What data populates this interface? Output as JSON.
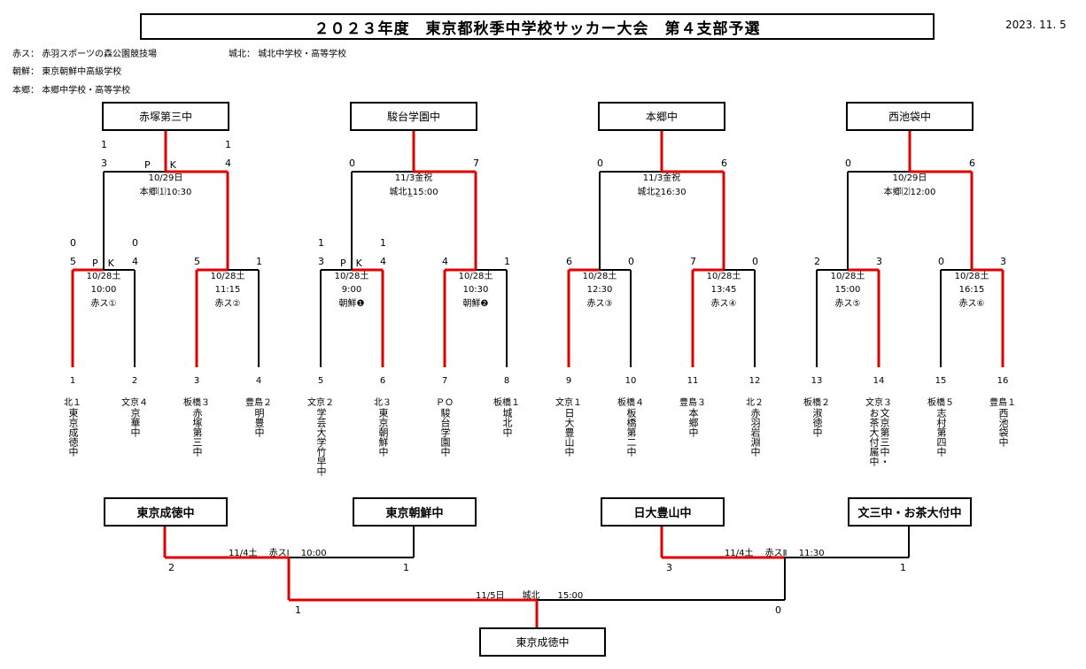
{
  "title": "２０２３年度　東京都秋季中学校サッカー大会　第４支部予選",
  "date": "2023. 11. 5",
  "venues": [
    {
      "label": "赤ス：",
      "name": "赤羽スポーツの森公園競技場"
    },
    {
      "label": "城北：",
      "name": "城北中学校・高等学校"
    },
    {
      "label": "朝鮮：",
      "name": "東京朝鮮中高級学校"
    },
    {
      "label": "本郷：",
      "name": "本郷中学校・高等学校"
    }
  ],
  "round2_winners": [
    "赤塚第三中",
    "駿台学園中",
    "本郷中",
    "西池袋中"
  ],
  "round2": [
    {
      "left_score": "3",
      "right_score": "4",
      "left_pk": "1",
      "right_pk": "1",
      "pk": "P　　K",
      "date": "10/29日",
      "time": "本郷⑴10:30"
    },
    {
      "left_score": "0",
      "right_score": "7",
      "date": "11/3金祝",
      "time": "城北1̲15:00"
    },
    {
      "left_score": "0",
      "right_score": "6",
      "date": "11/3金祝",
      "time": "城北2̲16:30"
    },
    {
      "left_score": "0",
      "right_score": "6",
      "date": "10/29日",
      "time": "本郷⑵12:00"
    }
  ],
  "round1": [
    {
      "left_score": "5",
      "right_score": "4",
      "left_pk": "0",
      "right_pk": "0",
      "pk": "P　K",
      "date": "10/28土",
      "time": "10:00",
      "venue": "赤ス①"
    },
    {
      "left_score": "5",
      "right_score": "1",
      "date": "10/28土",
      "time": "11:15",
      "venue": "赤ス②"
    },
    {
      "left_score": "3",
      "right_score": "4",
      "left_pk": "1",
      "right_pk": "1",
      "pk": "P　K",
      "date": "10/28土",
      "time": "9:00",
      "venue": "朝鮮❶"
    },
    {
      "left_score": "4",
      "right_score": "1",
      "date": "10/28土",
      "time": "10:30",
      "venue": "朝鮮❷"
    },
    {
      "left_score": "6",
      "right_score": "0",
      "date": "10/28土",
      "time": "12:30",
      "venue": "赤ス③"
    },
    {
      "left_score": "7",
      "right_score": "0",
      "date": "10/28土",
      "time": "13:45",
      "venue": "赤ス④"
    },
    {
      "left_score": "2",
      "right_score": "3",
      "date": "10/28土",
      "time": "15:00",
      "venue": "赤ス⑤"
    },
    {
      "left_score": "0",
      "right_score": "3",
      "date": "10/28土",
      "time": "16:15",
      "venue": "赤ス⑥"
    }
  ],
  "teams": [
    {
      "no": "1",
      "pref": "北１",
      "name": "東京成徳中"
    },
    {
      "no": "2",
      "pref": "文京４",
      "name": "京華中"
    },
    {
      "no": "3",
      "pref": "板橋３",
      "name": "赤塚第三中"
    },
    {
      "no": "4",
      "pref": "豊島２",
      "name": "明豊中"
    },
    {
      "no": "5",
      "pref": "文京２",
      "name": "学芸大学竹早中"
    },
    {
      "no": "6",
      "pref": "北３",
      "name": "東京朝鮮中"
    },
    {
      "no": "7",
      "pref": "ＰＯ",
      "name": "駿台学園中"
    },
    {
      "no": "8",
      "pref": "板橋１",
      "name": "城北中"
    },
    {
      "no": "9",
      "pref": "文京１",
      "name": "日大豊山中"
    },
    {
      "no": "10",
      "pref": "板橋４",
      "name": "板橋第二中"
    },
    {
      "no": "11",
      "pref": "豊島３",
      "name": "本郷中"
    },
    {
      "no": "12",
      "pref": "北２",
      "name": "赤羽岩淵中"
    },
    {
      "no": "13",
      "pref": "板橋２",
      "name": "淑徳中"
    },
    {
      "no": "14",
      "pref": "文京３",
      "name": "文京第三中・",
      "name2": "お茶大付属中"
    },
    {
      "no": "15",
      "pref": "板橋５",
      "name": "志村第四中"
    },
    {
      "no": "16",
      "pref": "豊島１",
      "name": "西池袋中"
    }
  ],
  "semi_teams": [
    "東京成徳中",
    "東京朝鮮中",
    "日大豊山中",
    "文三中・お茶大付中"
  ],
  "semis": [
    {
      "info": "11/4土　 赤スⅠ　 10:00",
      "left_score": "2",
      "right_score": "1"
    },
    {
      "info": "11/4土　 赤スⅡ　 11:30",
      "left_score": "3",
      "right_score": "1"
    }
  ],
  "final": {
    "info": "11/5日　　城北　　15:00",
    "left_score": "1",
    "right_score": "0",
    "champion": "東京成徳中"
  },
  "colors": {
    "win": "#e00000",
    "lose": "#000000"
  }
}
